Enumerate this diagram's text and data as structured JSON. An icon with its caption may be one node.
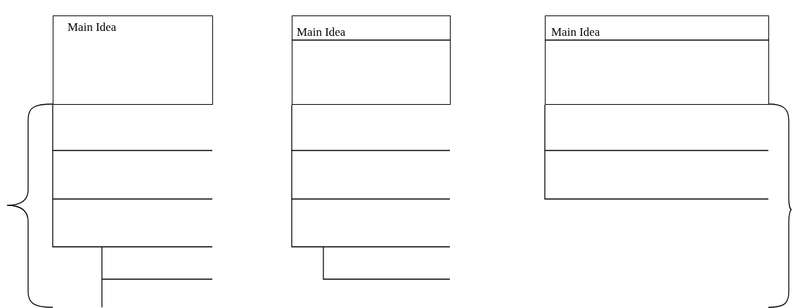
{
  "diagram": {
    "nodes": [
      {
        "text": [
          "Main Idea"
        ]
      },
      {
        "text": [
          "Main Idea"
        ]
      },
      {
        "text": [
          "Main Idea"
        ]
      }
    ]
  }
}
